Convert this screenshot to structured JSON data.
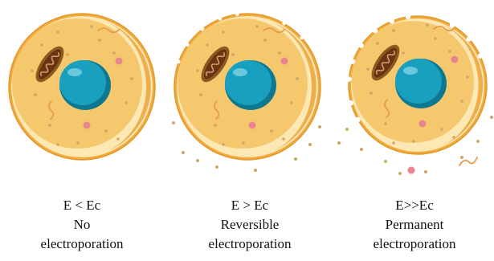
{
  "panels": [
    {
      "condition": "E < Ec",
      "label_line1": "No",
      "label_line2": "electroporation",
      "membrane": "intact"
    },
    {
      "condition": "E > Ec",
      "label_line1": "Reversible",
      "label_line2": "electroporation",
      "membrane": "porous"
    },
    {
      "condition": "E>>Ec",
      "label_line1": "Permanent",
      "label_line2": "electroporation",
      "membrane": "ruptured"
    }
  ],
  "colors": {
    "cytoplasm": "#f6c86e",
    "membrane": "#f2a93b",
    "membrane_light": "#fde7b3",
    "nucleus": "#1aa0bf",
    "nucleus_dark": "#0e7890",
    "mitochondrion_outer": "#8a5a1e",
    "mitochondrion_inner": "#6a3414",
    "vesicle": "#e9858e",
    "granule": "#c9a86a",
    "fiber": "#e99a4a"
  }
}
